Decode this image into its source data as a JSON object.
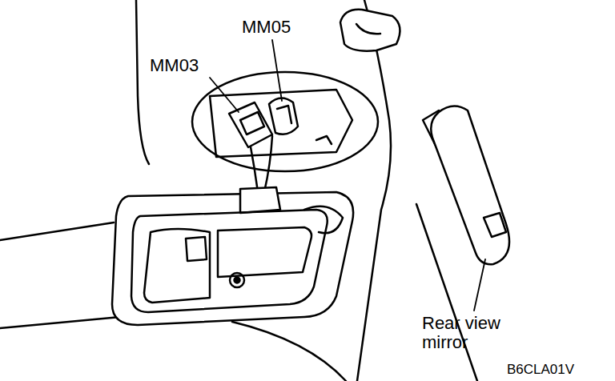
{
  "diagram": {
    "labels": [
      "MM05",
      "MM03",
      "Rear view mirror",
      "B6CLA01V"
    ]
  }
}
